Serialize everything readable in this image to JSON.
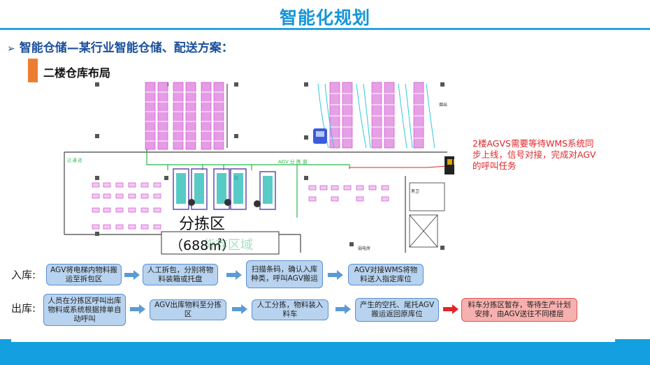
{
  "page": {
    "title": "智能化规划"
  },
  "subtitle": "智能仓储—某行业智能仓储、配送方案：",
  "section": {
    "title": "二楼仓库布局"
  },
  "floor_plan": {
    "zone_name": "分拣区",
    "zone_area": "（688㎡）",
    "zone_watermark": "货存区域",
    "aisle_label_1": "AGV  分 拣 道",
    "aisle_label_2": "过 通 道",
    "room_label": "男卫",
    "corner_label": "烟出",
    "elevator_label": "弱电房"
  },
  "note": "2楼AGVS需要等待WMS系统同步上线，信号对接，完成对AGV的呼叫任务",
  "flows": {
    "inbound": {
      "label": "入库:",
      "steps": [
        {
          "text": "AGV将电梯内物料搬运至拆包区"
        },
        {
          "text": "人工拆包，分别将物料装箱或托盘"
        },
        {
          "text": "扫描条码，确认入库种类，呼叫AGV搬运"
        },
        {
          "text": "AGV对接WMS将物料送入指定库位"
        }
      ]
    },
    "outbound": {
      "label": "出库:",
      "steps": [
        {
          "text": "人员在分拣区呼叫出库物料或系统根据排单自动呼叫"
        },
        {
          "text": "AGV出库物料至分拣区"
        },
        {
          "text": "人工分拣，物料装入料车"
        },
        {
          "text": "产生的空托、尾托AGV搬运返回原库位"
        },
        {
          "text": "料车分拣区暂存，等待生产计划安排，由AGV送往不同楼层"
        }
      ]
    }
  },
  "colors": {
    "title_blue": "#1595d8",
    "accent_orange": "#ed7d31",
    "box_fill": "#b8d3ef",
    "box_red_fill": "#f6b0ae",
    "arrow_blue": "#5b9bd5",
    "arrow_red": "#e0262a",
    "rack_magenta": "#c83cc8",
    "agv_green": "#27b84a"
  }
}
